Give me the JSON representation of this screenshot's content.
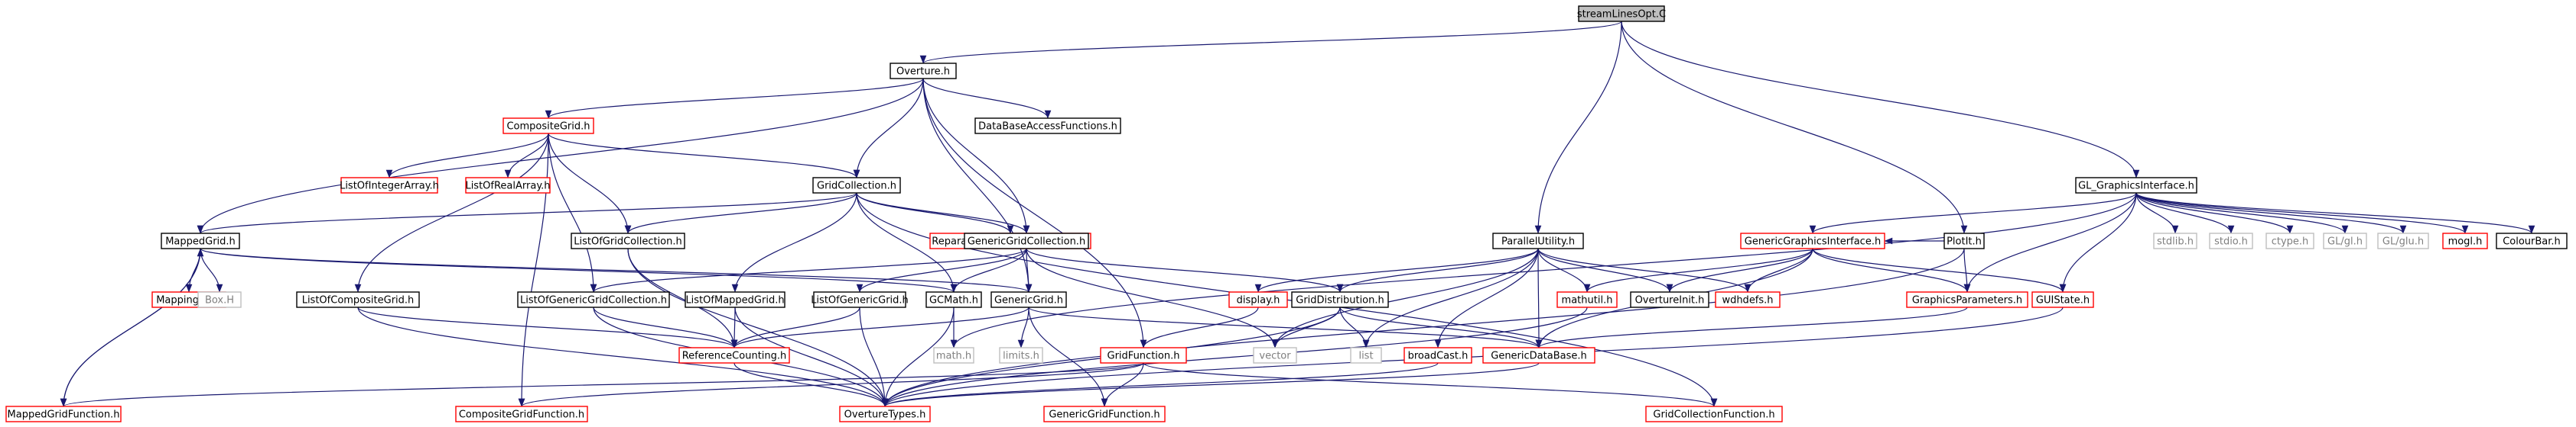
{
  "diagram": {
    "colors": {
      "edge": "#191970",
      "black_border": "#000000",
      "red_border": "#ff0000",
      "gray_border": "#bfbfbf",
      "root_fill": "#bfbfbf",
      "text_default": "#000000",
      "text_gray": "#7f7f7f"
    },
    "nodes": [
      {
        "id": "root",
        "label": "streamLinesOpt.C",
        "style": "root"
      },
      {
        "id": "overture",
        "label": "Overture.h",
        "style": "black"
      },
      {
        "id": "compositegrid",
        "label": "CompositeGrid.h",
        "style": "red"
      },
      {
        "id": "dbaccess",
        "label": "DataBaseAccessFunctions.h",
        "style": "black"
      },
      {
        "id": "listintarr",
        "label": "ListOfIntegerArray.h",
        "style": "red"
      },
      {
        "id": "listrealarr",
        "label": "ListOfRealArray.h",
        "style": "red"
      },
      {
        "id": "gridcollection",
        "label": "GridCollection.h",
        "style": "black"
      },
      {
        "id": "mappedgrid",
        "label": "MappedGrid.h",
        "style": "black"
      },
      {
        "id": "listofgridcoll",
        "label": "ListOfGridCollection.h",
        "style": "black"
      },
      {
        "id": "reparam",
        "label": "ReparameterizationTransform.h",
        "style": "red"
      },
      {
        "id": "genericgridcoll",
        "label": "GenericGridCollection.h",
        "style": "black"
      },
      {
        "id": "mappingrc",
        "label": "MappingRC.h",
        "style": "red"
      },
      {
        "id": "boxh",
        "label": "Box.H",
        "style": "gray"
      },
      {
        "id": "listofcompgrid",
        "label": "ListOfCompositeGrid.h",
        "style": "black"
      },
      {
        "id": "listofgengridcoll",
        "label": "ListOfGenericGridCollection.h",
        "style": "black"
      },
      {
        "id": "listofmappedgrid",
        "label": "ListOfMappedGrid.h",
        "style": "black"
      },
      {
        "id": "listofgengrid",
        "label": "ListOfGenericGrid.h",
        "style": "black"
      },
      {
        "id": "gcmath",
        "label": "GCMath.h",
        "style": "black"
      },
      {
        "id": "genericgrid",
        "label": "GenericGrid.h",
        "style": "black"
      },
      {
        "id": "refcounting",
        "label": "ReferenceCounting.h",
        "style": "red"
      },
      {
        "id": "mathh",
        "label": "math.h",
        "style": "gray"
      },
      {
        "id": "limitsh",
        "label": "limits.h",
        "style": "gray"
      },
      {
        "id": "gridfunction",
        "label": "GridFunction.h",
        "style": "red"
      },
      {
        "id": "mappedgridfunc",
        "label": "MappedGridFunction.h",
        "style": "red"
      },
      {
        "id": "compgridfunc",
        "label": "CompositeGridFunction.h",
        "style": "red"
      },
      {
        "id": "overturetypes",
        "label": "OvertureTypes.h",
        "style": "red"
      },
      {
        "id": "genericgridfunc",
        "label": "GenericGridFunction.h",
        "style": "red"
      },
      {
        "id": "gridcollfunc",
        "label": "GridCollectionFunction.h",
        "style": "red"
      },
      {
        "id": "parallelutil",
        "label": "ParallelUtility.h",
        "style": "black"
      },
      {
        "id": "displayh",
        "label": "display.h",
        "style": "red"
      },
      {
        "id": "griddistribution",
        "label": "GridDistribution.h",
        "style": "black"
      },
      {
        "id": "vector",
        "label": "vector",
        "style": "gray"
      },
      {
        "id": "list",
        "label": "list",
        "style": "gray"
      },
      {
        "id": "broadcast",
        "label": "broadCast.h",
        "style": "red"
      },
      {
        "id": "genericdatabase",
        "label": "GenericDataBase.h",
        "style": "red"
      },
      {
        "id": "mathutil",
        "label": "mathutil.h",
        "style": "red"
      },
      {
        "id": "overtureinit",
        "label": "OvertureInit.h",
        "style": "black"
      },
      {
        "id": "wdhdefs",
        "label": "wdhdefs.h",
        "style": "red"
      },
      {
        "id": "genericgraphics",
        "label": "GenericGraphicsInterface.h",
        "style": "red"
      },
      {
        "id": "plotit",
        "label": "PlotIt.h",
        "style": "black"
      },
      {
        "id": "graphicsparams",
        "label": "GraphicsParameters.h",
        "style": "red"
      },
      {
        "id": "guistate",
        "label": "GUIState.h",
        "style": "red"
      },
      {
        "id": "glgraphics",
        "label": "GL_GraphicsInterface.h",
        "style": "black"
      },
      {
        "id": "stdlib",
        "label": "stdlib.h",
        "style": "gray"
      },
      {
        "id": "stdio",
        "label": "stdio.h",
        "style": "gray"
      },
      {
        "id": "ctype",
        "label": "ctype.h",
        "style": "gray"
      },
      {
        "id": "glgl",
        "label": "GL/gl.h",
        "style": "gray"
      },
      {
        "id": "glglu",
        "label": "GL/glu.h",
        "style": "gray"
      },
      {
        "id": "mogl",
        "label": "mogl.h",
        "style": "red"
      },
      {
        "id": "colourbar",
        "label": "ColourBar.h",
        "style": "black"
      }
    ],
    "edges": [
      [
        "root",
        "overture"
      ],
      [
        "root",
        "parallelutil"
      ],
      [
        "root",
        "plotit"
      ],
      [
        "root",
        "glgraphics"
      ],
      [
        "overture",
        "compositegrid"
      ],
      [
        "overture",
        "dbaccess"
      ],
      [
        "overture",
        "gridcollection"
      ],
      [
        "overture",
        "mappedgrid"
      ],
      [
        "overture",
        "genericgridcoll"
      ],
      [
        "overture",
        "genericgrid"
      ],
      [
        "overture",
        "gridfunction"
      ],
      [
        "compositegrid",
        "listintarr"
      ],
      [
        "compositegrid",
        "listrealarr"
      ],
      [
        "compositegrid",
        "gridcollection"
      ],
      [
        "compositegrid",
        "listofgridcoll"
      ],
      [
        "compositegrid",
        "listofcompgrid"
      ],
      [
        "compositegrid",
        "listofgengridcoll"
      ],
      [
        "compositegrid",
        "compgridfunc"
      ],
      [
        "gridcollection",
        "mappedgrid"
      ],
      [
        "gridcollection",
        "listofgridcoll"
      ],
      [
        "gridcollection",
        "reparam"
      ],
      [
        "gridcollection",
        "genericgridcoll"
      ],
      [
        "gridcollection",
        "listofmappedgrid"
      ],
      [
        "gridcollection",
        "gcmath"
      ],
      [
        "gridcollection",
        "gridcollfunc"
      ],
      [
        "mappedgrid",
        "mappingrc"
      ],
      [
        "mappedgrid",
        "boxh"
      ],
      [
        "mappedgrid",
        "mappedgridfunc"
      ],
      [
        "mappedgrid",
        "gcmath"
      ],
      [
        "mappedgrid",
        "genericgrid"
      ],
      [
        "listofgridcoll",
        "refcounting"
      ],
      [
        "listofgridcoll",
        "overturetypes"
      ],
      [
        "genericgridcoll",
        "listofgengridcoll"
      ],
      [
        "genericgridcoll",
        "listofgengrid"
      ],
      [
        "genericgridcoll",
        "gcmath"
      ],
      [
        "genericgridcoll",
        "genericgrid"
      ],
      [
        "genericgridcoll",
        "griddistribution"
      ],
      [
        "genericgridcoll",
        "vector"
      ],
      [
        "listofcompgrid",
        "refcounting"
      ],
      [
        "listofcompgrid",
        "overturetypes"
      ],
      [
        "listofgengridcoll",
        "refcounting"
      ],
      [
        "listofgengridcoll",
        "overturetypes"
      ],
      [
        "listofmappedgrid",
        "refcounting"
      ],
      [
        "listofmappedgrid",
        "overturetypes"
      ],
      [
        "listofgengrid",
        "refcounting"
      ],
      [
        "listofgengrid",
        "overturetypes"
      ],
      [
        "gcmath",
        "mathh"
      ],
      [
        "gcmath",
        "overturetypes"
      ],
      [
        "genericgrid",
        "refcounting"
      ],
      [
        "genericgrid",
        "limitsh"
      ],
      [
        "genericgrid",
        "genericdatabase"
      ],
      [
        "genericgrid",
        "genericgridfunc"
      ],
      [
        "refcounting",
        "overturetypes"
      ],
      [
        "gridfunction",
        "mappedgridfunc"
      ],
      [
        "gridfunction",
        "compgridfunc"
      ],
      [
        "gridfunction",
        "genericgridfunc"
      ],
      [
        "gridfunction",
        "gridcollfunc"
      ],
      [
        "mappedgridfunc",
        "mappedgrid"
      ],
      [
        "parallelutil",
        "displayh"
      ],
      [
        "parallelutil",
        "griddistribution"
      ],
      [
        "parallelutil",
        "vector"
      ],
      [
        "parallelutil",
        "list"
      ],
      [
        "parallelutil",
        "broadcast"
      ],
      [
        "parallelutil",
        "genericdatabase"
      ],
      [
        "parallelutil",
        "mathutil"
      ],
      [
        "parallelutil",
        "overtureinit"
      ],
      [
        "parallelutil",
        "wdhdefs"
      ],
      [
        "displayh",
        "gridfunction"
      ],
      [
        "griddistribution",
        "vector"
      ],
      [
        "griddistribution",
        "list"
      ],
      [
        "griddistribution",
        "genericdatabase"
      ],
      [
        "griddistribution",
        "overturetypes"
      ],
      [
        "broadcast",
        "overturetypes"
      ],
      [
        "mathutil",
        "overturetypes"
      ],
      [
        "genericdatabase",
        "overturetypes"
      ],
      [
        "glgraphics",
        "genericgraphics"
      ],
      [
        "glgraphics",
        "graphicsparams"
      ],
      [
        "glgraphics",
        "guistate"
      ],
      [
        "glgraphics",
        "stdlib"
      ],
      [
        "glgraphics",
        "stdio"
      ],
      [
        "glgraphics",
        "ctype"
      ],
      [
        "glgraphics",
        "glgl"
      ],
      [
        "glgraphics",
        "glglu"
      ],
      [
        "glgraphics",
        "mogl"
      ],
      [
        "glgraphics",
        "colourbar"
      ],
      [
        "glgraphics",
        "mathh"
      ],
      [
        "genericgraphics",
        "graphicsparams"
      ],
      [
        "genericgraphics",
        "guistate"
      ],
      [
        "genericgraphics",
        "mathutil"
      ],
      [
        "genericgraphics",
        "overtureinit"
      ],
      [
        "genericgraphics",
        "wdhdefs"
      ],
      [
        "genericgraphics",
        "genericdatabase"
      ],
      [
        "plotit",
        "genericgraphics"
      ],
      [
        "plotit",
        "graphicsparams"
      ],
      [
        "plotit",
        "overturetypes"
      ],
      [
        "graphicsparams",
        "genericdatabase"
      ],
      [
        "guistate",
        "overturetypes"
      ]
    ]
  }
}
